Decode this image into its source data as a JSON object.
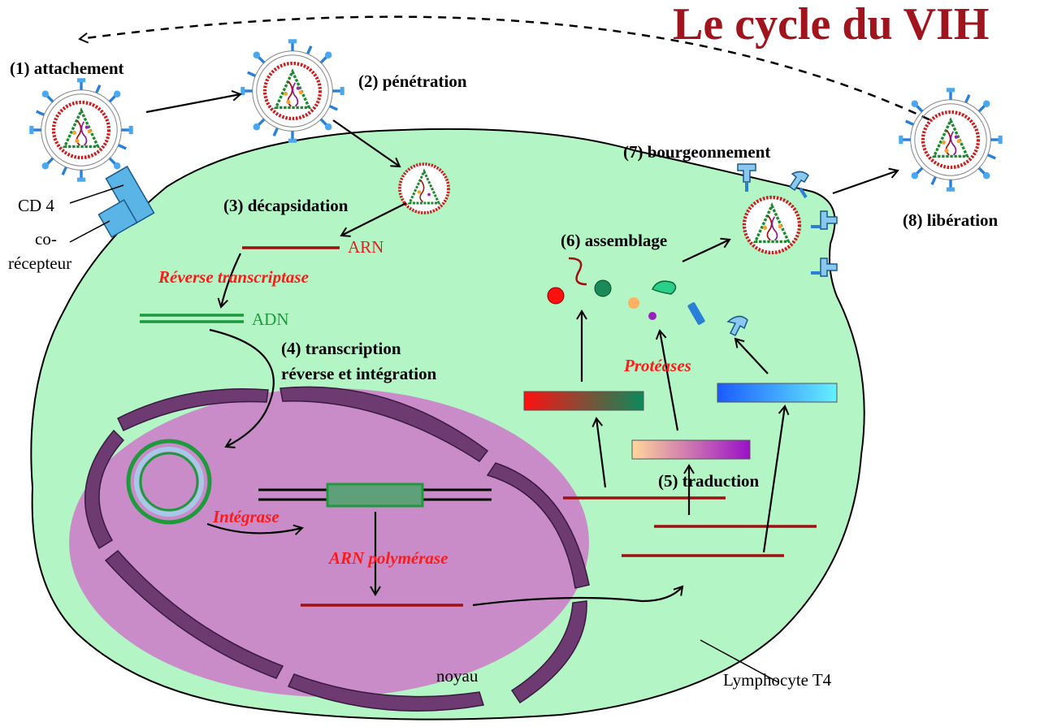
{
  "title": "Le cycle du VIH",
  "steps": {
    "s1": "(1) attachement",
    "s2": "(2) pénétration",
    "s3": "(3) décapsidation",
    "s4a": "(4) transcription",
    "s4b": "réverse et intégration",
    "s5": "(5) traduction",
    "s6": "(6) assemblage",
    "s7": "(7) bourgeonnement",
    "s8": "(8) libération"
  },
  "enzymes": {
    "rt": "Réverse transcriptase",
    "integrase": "Intégrase",
    "polymerase": "ARN polymérase",
    "proteases": "Protéases"
  },
  "labels": {
    "cd4": "CD 4",
    "coreceptor_a": "co-",
    "coreceptor_b": "récepteur",
    "arn": "ARN",
    "adn": "ADN",
    "nucleus": "noyau",
    "cell": "Lymphocyte T4"
  },
  "colors": {
    "title": "#a0141e",
    "enzyme_text": "#ff1a1a",
    "cytoplasm": "#b3f5c4",
    "nucleus": "#c98cc9",
    "envelope": "#6e3a72",
    "rna": "#a01010",
    "dna": "#1e9a3c",
    "receptor": "#5bb4e6",
    "arn_text": "#e02020",
    "adn_text": "#1e9a3c"
  }
}
